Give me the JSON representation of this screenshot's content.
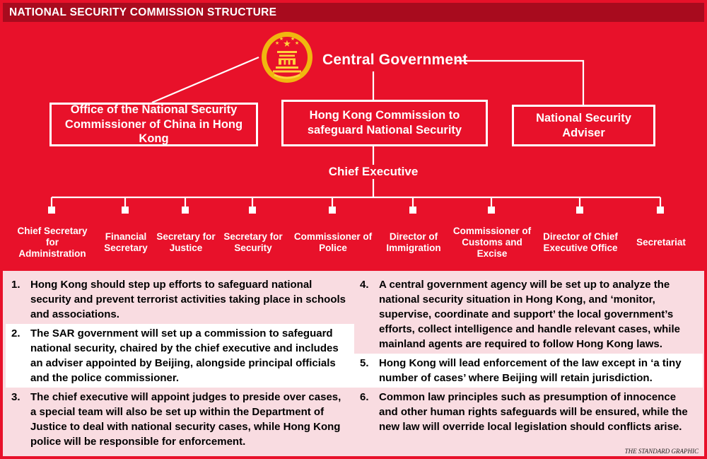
{
  "header": {
    "title": "NATIONAL SECURITY COMMISSION STRUCTURE"
  },
  "chart": {
    "central_government_label": "Central Government",
    "emblem": "china-national-emblem",
    "boxes": {
      "office": "Office of the National Security Commissioner of China in Hong Kong",
      "commission": "Hong Kong Commission to safeguard National Security",
      "adviser": "National Security Adviser"
    },
    "chief_executive_label": "Chief Executive",
    "subordinates": [
      "Chief Secretary for Administration",
      "Financial Secretary",
      "Secretary for Justice",
      "Secretary for Security",
      "Commissioner of Police",
      "Director of Immigration",
      "Commissioner of Customs and Excise",
      "Director of Chief Executive Office",
      "Secretariat"
    ]
  },
  "notes": {
    "left": [
      {
        "num": "1.",
        "text": "Hong Kong should step up efforts to safeguard national security and prevent terrorist activities taking place in schools and associations.",
        "highlight": false
      },
      {
        "num": "2.",
        "text": "The SAR government will set up a commission to safeguard national security, chaired by the chief executive and includes an adviser appointed by Beijing, alongside principal officials and the police commissioner.",
        "highlight": true
      },
      {
        "num": "3.",
        "text": "The chief executive will appoint judges to preside over cases, a special team will also be set up within the Department of Justice to deal with national security cases, while Hong Kong police will be responsible for enforcement.",
        "highlight": false
      }
    ],
    "right": [
      {
        "num": "4.",
        "text": "A central government agency will be set up to analyze the national security situation in Hong Kong, and ‘monitor, supervise, coordinate and support’ the local government’s efforts, collect intelligence and handle relevant cases, while mainland agents are required to follow Hong Kong laws.",
        "highlight": false
      },
      {
        "num": "5.",
        "text": "Hong Kong will lead enforcement of the law except in ‘a tiny number of cases’ where Beijing will retain jurisdiction.",
        "highlight": true
      },
      {
        "num": "6.",
        "text": "Common law principles such as presumption of innocence and other human rights safeguards will be ensured, while the new law will override local legislation should conflicts arise.",
        "highlight": false
      }
    ]
  },
  "credit": "THE STANDARD GRAPHIC",
  "colors": {
    "frame_red": "#e8112a",
    "header_dark_red": "#a80b1e",
    "notes_pink": "#f9dce1",
    "highlight_white": "#ffffff",
    "text_white": "#ffffff",
    "text_black": "#000000",
    "emblem_gold": "#f0b70f"
  }
}
